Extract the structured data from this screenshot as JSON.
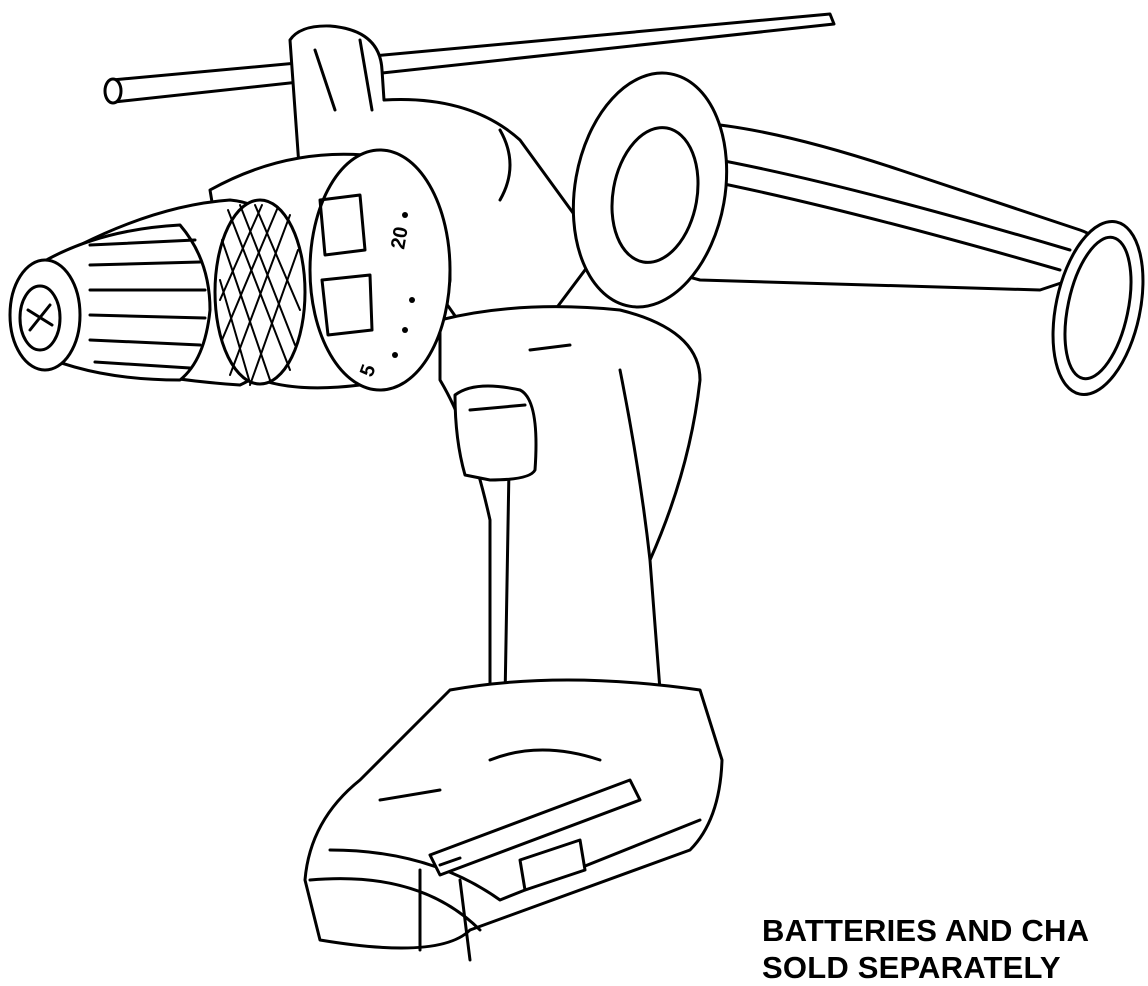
{
  "notice": {
    "line1": "BATTERIES AND CHA",
    "line2": "SOLD SEPARATELY"
  },
  "illustration": {
    "subject": "drill-icon",
    "scale_label_20": "20",
    "scale_label_5": "5"
  },
  "colors": {
    "ink": "#000000",
    "paper": "#ffffff"
  }
}
